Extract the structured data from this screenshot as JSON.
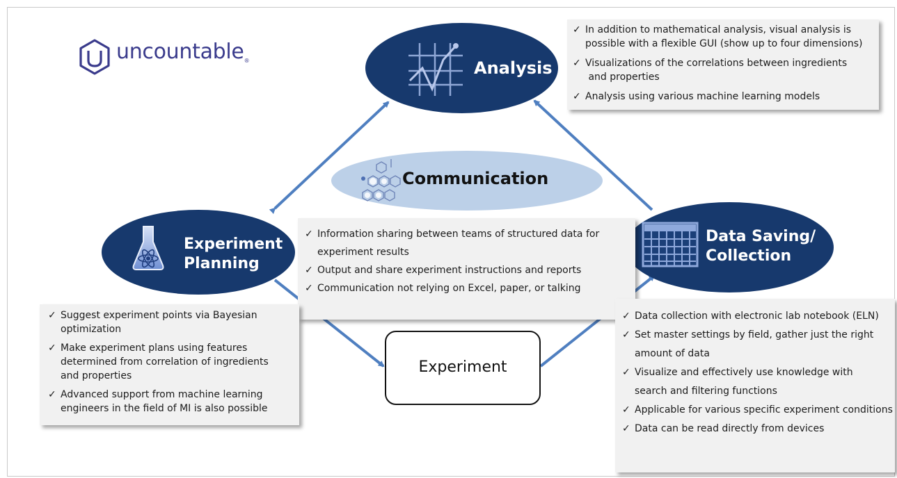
{
  "logo": {
    "text": "uncountable",
    "reg": "®"
  },
  "nodes": {
    "analysis": "Analysis",
    "communication": "Communication",
    "planning": [
      "Experiment",
      "Planning"
    ],
    "data": [
      "Data Saving/",
      "Collection"
    ],
    "experiment": "Experiment"
  },
  "colors": {
    "node": "#17396d",
    "communication": "#bcd0e8",
    "arrow": "#4f7fc0",
    "box": "#f1f1f1"
  },
  "boxes": {
    "analysis": [
      [
        "In addition to mathematical analysis, visual analysis is",
        "possible with a flexible GUI (show up to four dimensions)"
      ],
      [
        "Visualizations of the correlations between ingredients",
        " and properties"
      ],
      [
        "Analysis using various machine learning models"
      ]
    ],
    "communication": [
      [
        "Information sharing between teams of structured data for",
        "experiment results"
      ],
      [
        "Output and share experiment instructions and reports"
      ],
      [
        "Communication not relying on Excel, paper, or talking"
      ]
    ],
    "planning": [
      [
        "Suggest experiment points via Bayesian",
        "optimization"
      ],
      [
        "Make experiment plans using features",
        "determined from correlation of ingredients",
        "and properties"
      ],
      [
        "Advanced support from machine learning",
        "engineers in the field of MI is also possible"
      ]
    ],
    "data": [
      [
        "Data collection with electronic lab notebook (ELN)"
      ],
      [
        "Set master settings by field, gather just the right",
        "amount of data"
      ],
      [
        "Visualize and effectively use knowledge with",
        "search and filtering functions"
      ],
      [
        "Applicable for various specific experiment conditions"
      ],
      [
        "Data can be read directly from devices"
      ]
    ]
  },
  "checkmark": "✓"
}
